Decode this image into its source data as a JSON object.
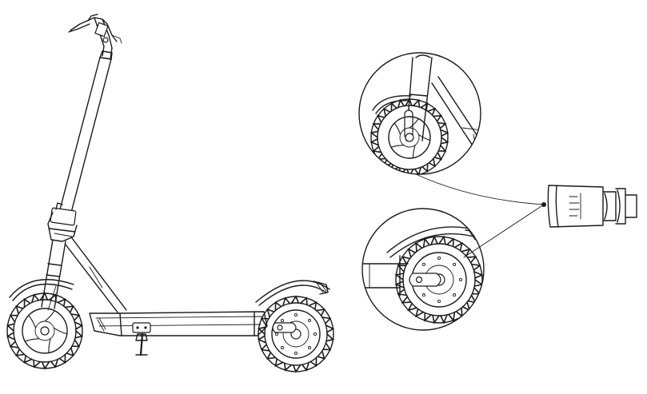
{
  "colors": {
    "line": "#1a1a1a",
    "accent": "#c83a8a",
    "background": "#ffffff"
  },
  "figure": {
    "main_view": "electric-scooter-side-view",
    "detail_views": [
      "front-wheel-detail",
      "rear-wheel-detail"
    ],
    "callout_part": "valve-extension-adapter"
  }
}
